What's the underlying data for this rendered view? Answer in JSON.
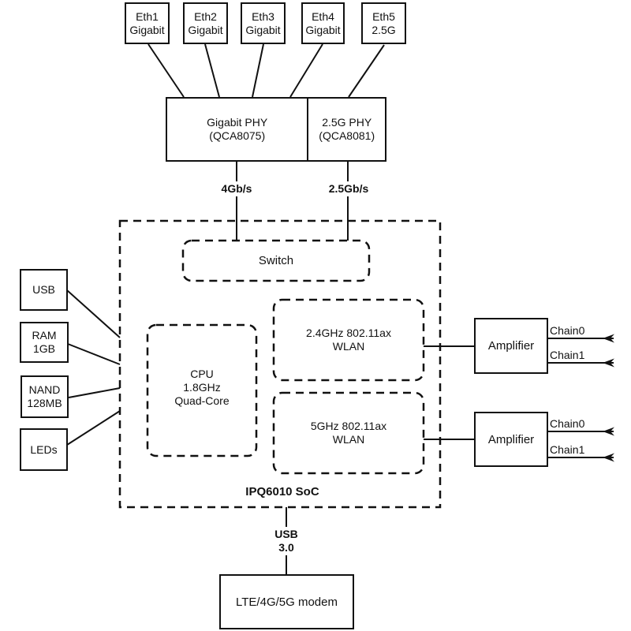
{
  "colors": {
    "line": "#111111",
    "background": "#ffffff",
    "text": "#111111"
  },
  "eth_ports": [
    {
      "name": "Eth1",
      "speed": "Gigabit"
    },
    {
      "name": "Eth2",
      "speed": "Gigabit"
    },
    {
      "name": "Eth3",
      "speed": "Gigabit"
    },
    {
      "name": "Eth4",
      "speed": "Gigabit"
    },
    {
      "name": "Eth5",
      "speed": "2.5G"
    }
  ],
  "phy": {
    "gigabit": {
      "line1": "Gigabit PHY",
      "line2": "(QCA8075)"
    },
    "two_five_g": {
      "line1": "2.5G PHY",
      "line2": "(QCA8081)"
    }
  },
  "links": {
    "gigabit_bus": "4Gb/s",
    "two_five_g_bus": "2.5Gb/s",
    "usb_line1": "USB",
    "usb_line2": "3.0"
  },
  "soc": {
    "title": "IPQ6010 SoC",
    "switch": "Switch",
    "cpu": {
      "line1": "CPU",
      "line2": "1.8GHz",
      "line3": "Quad-Core"
    },
    "wlan24": {
      "line1": "2.4GHz 802.11ax",
      "line2": "WLAN"
    },
    "wlan5": {
      "line1": "5GHz 802.11ax",
      "line2": "WLAN"
    }
  },
  "peripherals": {
    "usb": "USB",
    "ram": {
      "line1": "RAM",
      "line2": "1GB"
    },
    "nand": {
      "line1": "NAND",
      "line2": "128MB"
    },
    "leds": "LEDs"
  },
  "rf": {
    "amp24": {
      "label": "Amplifier",
      "chains": [
        "Chain0",
        "Chain1"
      ]
    },
    "amp5": {
      "label": "Amplifier",
      "chains": [
        "Chain0",
        "Chain1"
      ]
    }
  },
  "modem": {
    "label": "LTE/4G/5G modem"
  }
}
